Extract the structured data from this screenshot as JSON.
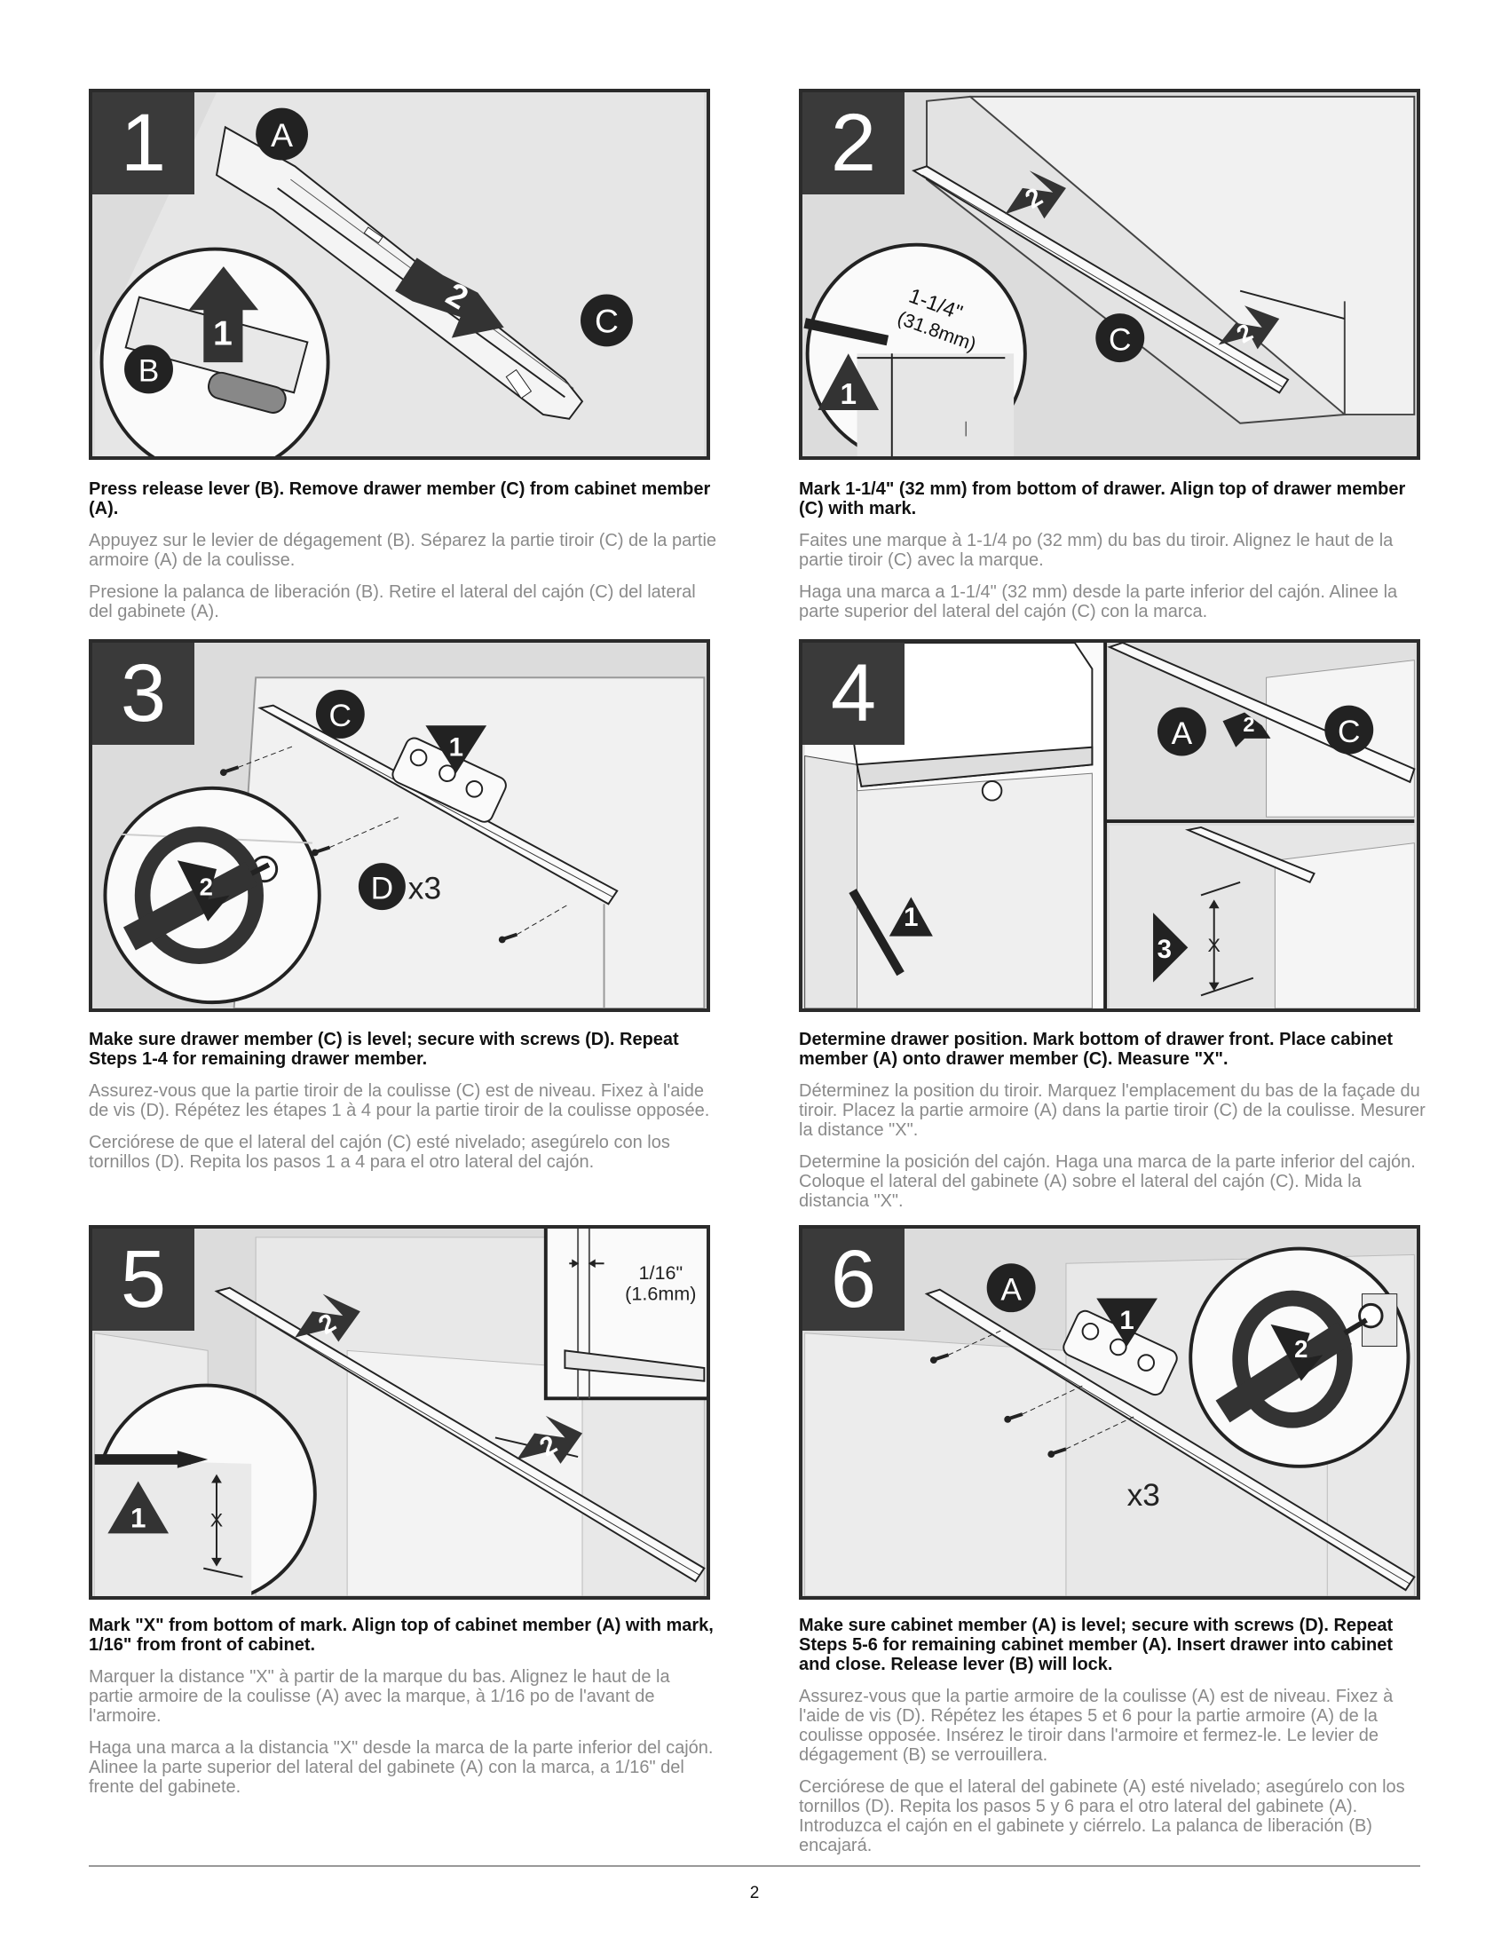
{
  "steps": [
    {
      "number": "1",
      "callouts": {
        "a": "A",
        "b": "B",
        "c": "C",
        "arrow1": "1",
        "arrow2": "2"
      },
      "en": "Press release lever (B). Remove drawer member (C) from cabinet member (A).",
      "fr": "Appuyez sur le levier de dégagement (B). Séparez la partie tiroir (C) de la partie armoire (A) de la coulisse.",
      "es": "Presione la palanca de liberación (B). Retire el lateral del cajón (C) del lateral del gabinete (A)."
    },
    {
      "number": "2",
      "callouts": {
        "c": "C",
        "arrow1": "1",
        "arrow2": "2",
        "measure1": "1-1/4\"",
        "measure2": "(31.8mm)"
      },
      "en": "Mark 1-1/4\" (32 mm) from bottom of drawer. Align top of drawer member (C) with mark.",
      "fr": "Faites une marque à 1-1/4 po (32 mm) du bas du tiroir. Alignez le haut de la partie tiroir (C) avec la marque.",
      "es": "Haga una marca a 1-1/4\" (32 mm) desde la parte inferior del cajón. Alinee la parte superior del lateral del cajón (C) con la marca."
    },
    {
      "number": "3",
      "callouts": {
        "c": "C",
        "d": "D",
        "qty": "x3",
        "arrow1": "1",
        "arrow2": "2"
      },
      "en": "Make sure drawer member (C) is level; secure with screws (D). Repeat Steps 1-4 for remaining drawer member.",
      "fr": "Assurez-vous que la partie tiroir de la coulisse (C) est de niveau. Fixez à l'aide de vis (D). Répétez les étapes 1 à 4 pour la partie tiroir de la coulisse opposée.",
      "es": "Cerciórese de que el lateral del cajón (C) esté nivelado; asegúrelo con los tornillos (D). Repita los pasos 1 a 4 para el otro lateral del cajón."
    },
    {
      "number": "4",
      "callouts": {
        "a": "A",
        "c": "C",
        "arrow1": "1",
        "arrow2": "2",
        "arrow3": "3",
        "x": "X"
      },
      "en": "Determine drawer position. Mark bottom of drawer front. Place cabinet member (A) onto drawer member (C). Measure \"X\".",
      "fr": "Déterminez la position du tiroir. Marquez l'emplacement du bas de la façade du tiroir. Placez la partie armoire (A) dans la partie tiroir (C) de la coulisse. Mesurer la distance \"X\".",
      "es": "Determine la posición del cajón. Haga una marca de la parte inferior del cajón. Coloque el lateral del gabinete (A) sobre el lateral del cajón (C). Mida la distancia \"X\"."
    },
    {
      "number": "5",
      "callouts": {
        "arrow1": "1",
        "arrow2": "2",
        "x": "X",
        "gap1": "1/16\"",
        "gap2": "(1.6mm)"
      },
      "en": "Mark \"X\" from bottom of mark. Align top of cabinet member (A) with mark, 1/16\" from front of cabinet.",
      "fr": "Marquer la distance \"X\" à partir de la marque du bas. Alignez le haut de la partie armoire de la coulisse (A) avec la marque, à 1/16 po de l'avant de l'armoire.",
      "es": "Haga una marca a la distancia \"X\" desde la marca de la parte inferior del cajón. Alinee la parte superior del lateral del gabinete (A) con la marca, a 1/16\" del frente del gabinete."
    },
    {
      "number": "6",
      "callouts": {
        "a": "A",
        "qty": "x3",
        "arrow1": "1",
        "arrow2": "2"
      },
      "en": "Make sure cabinet member (A) is level; secure with screws (D). Repeat Steps 5-6 for remaining cabinet member (A). Insert drawer into cabinet and close. Release lever (B) will lock.",
      "fr": "Assurez-vous que la partie armoire de la coulisse (A) est de niveau. Fixez à l'aide de vis (D). Répétez les étapes 5 et 6 pour la partie armoire (A) de la coulisse opposée. Insérez le tiroir dans l'armoire et fermez-le. Le levier de dégagement (B) se verrouillera.",
      "es": "Cerciórese de que el lateral del gabinete (A) esté nivelado; asegúrelo con los tornillos (D). Repita los pasos 5 y 6 para el otro lateral del gabinete (A). Introduzca el cajón en el gabinete y ciérrelo. La palanca de liberación (B) encajará."
    }
  ],
  "page_number": "2"
}
